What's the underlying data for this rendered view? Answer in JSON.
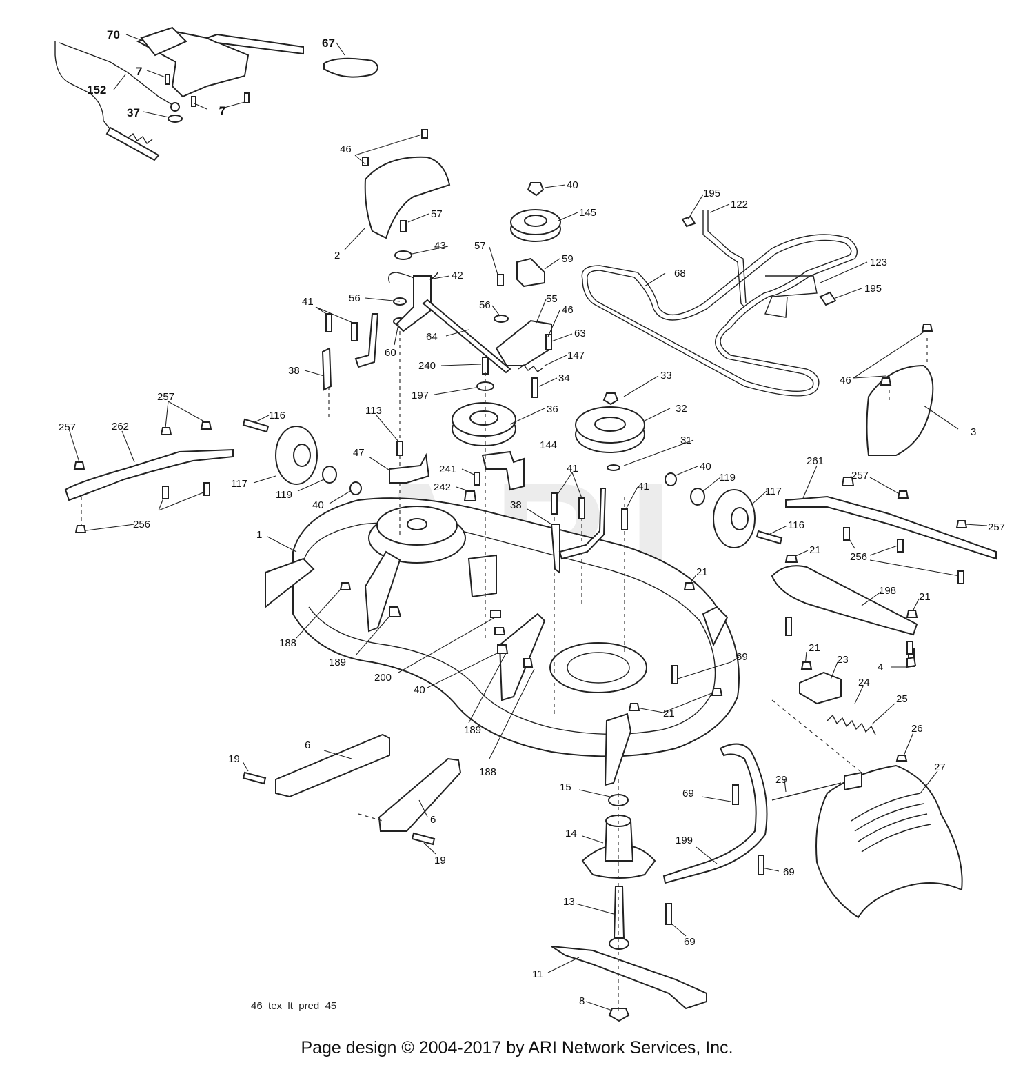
{
  "watermark": "ARI",
  "drawing_id": "46_tex_lt_pred_45",
  "footer": "Page design © 2004-2017 by ARI Network Services, Inc.",
  "callouts": [
    "70",
    "67",
    "7",
    "152",
    "37",
    "7",
    "46",
    "2",
    "57",
    "43",
    "42",
    "56",
    "60",
    "64",
    "41",
    "38",
    "40",
    "145",
    "59",
    "57",
    "56",
    "55",
    "46",
    "63",
    "147",
    "240",
    "34",
    "197",
    "36",
    "33",
    "32",
    "31",
    "195",
    "122",
    "68",
    "123",
    "195",
    "46",
    "3",
    "257",
    "262",
    "257",
    "256",
    "116",
    "117",
    "119",
    "40",
    "113",
    "47",
    "241",
    "144",
    "242",
    "41",
    "38",
    "41",
    "40",
    "119",
    "117",
    "116",
    "261",
    "257",
    "257",
    "256",
    "21",
    "198",
    "21",
    "1",
    "21",
    "188",
    "189",
    "200",
    "40",
    "69",
    "4",
    "21",
    "23",
    "24",
    "25",
    "189",
    "188",
    "21",
    "26",
    "27",
    "6",
    "19",
    "6",
    "19",
    "15",
    "14",
    "69",
    "29",
    "199",
    "69",
    "69",
    "13",
    "11",
    "8"
  ]
}
